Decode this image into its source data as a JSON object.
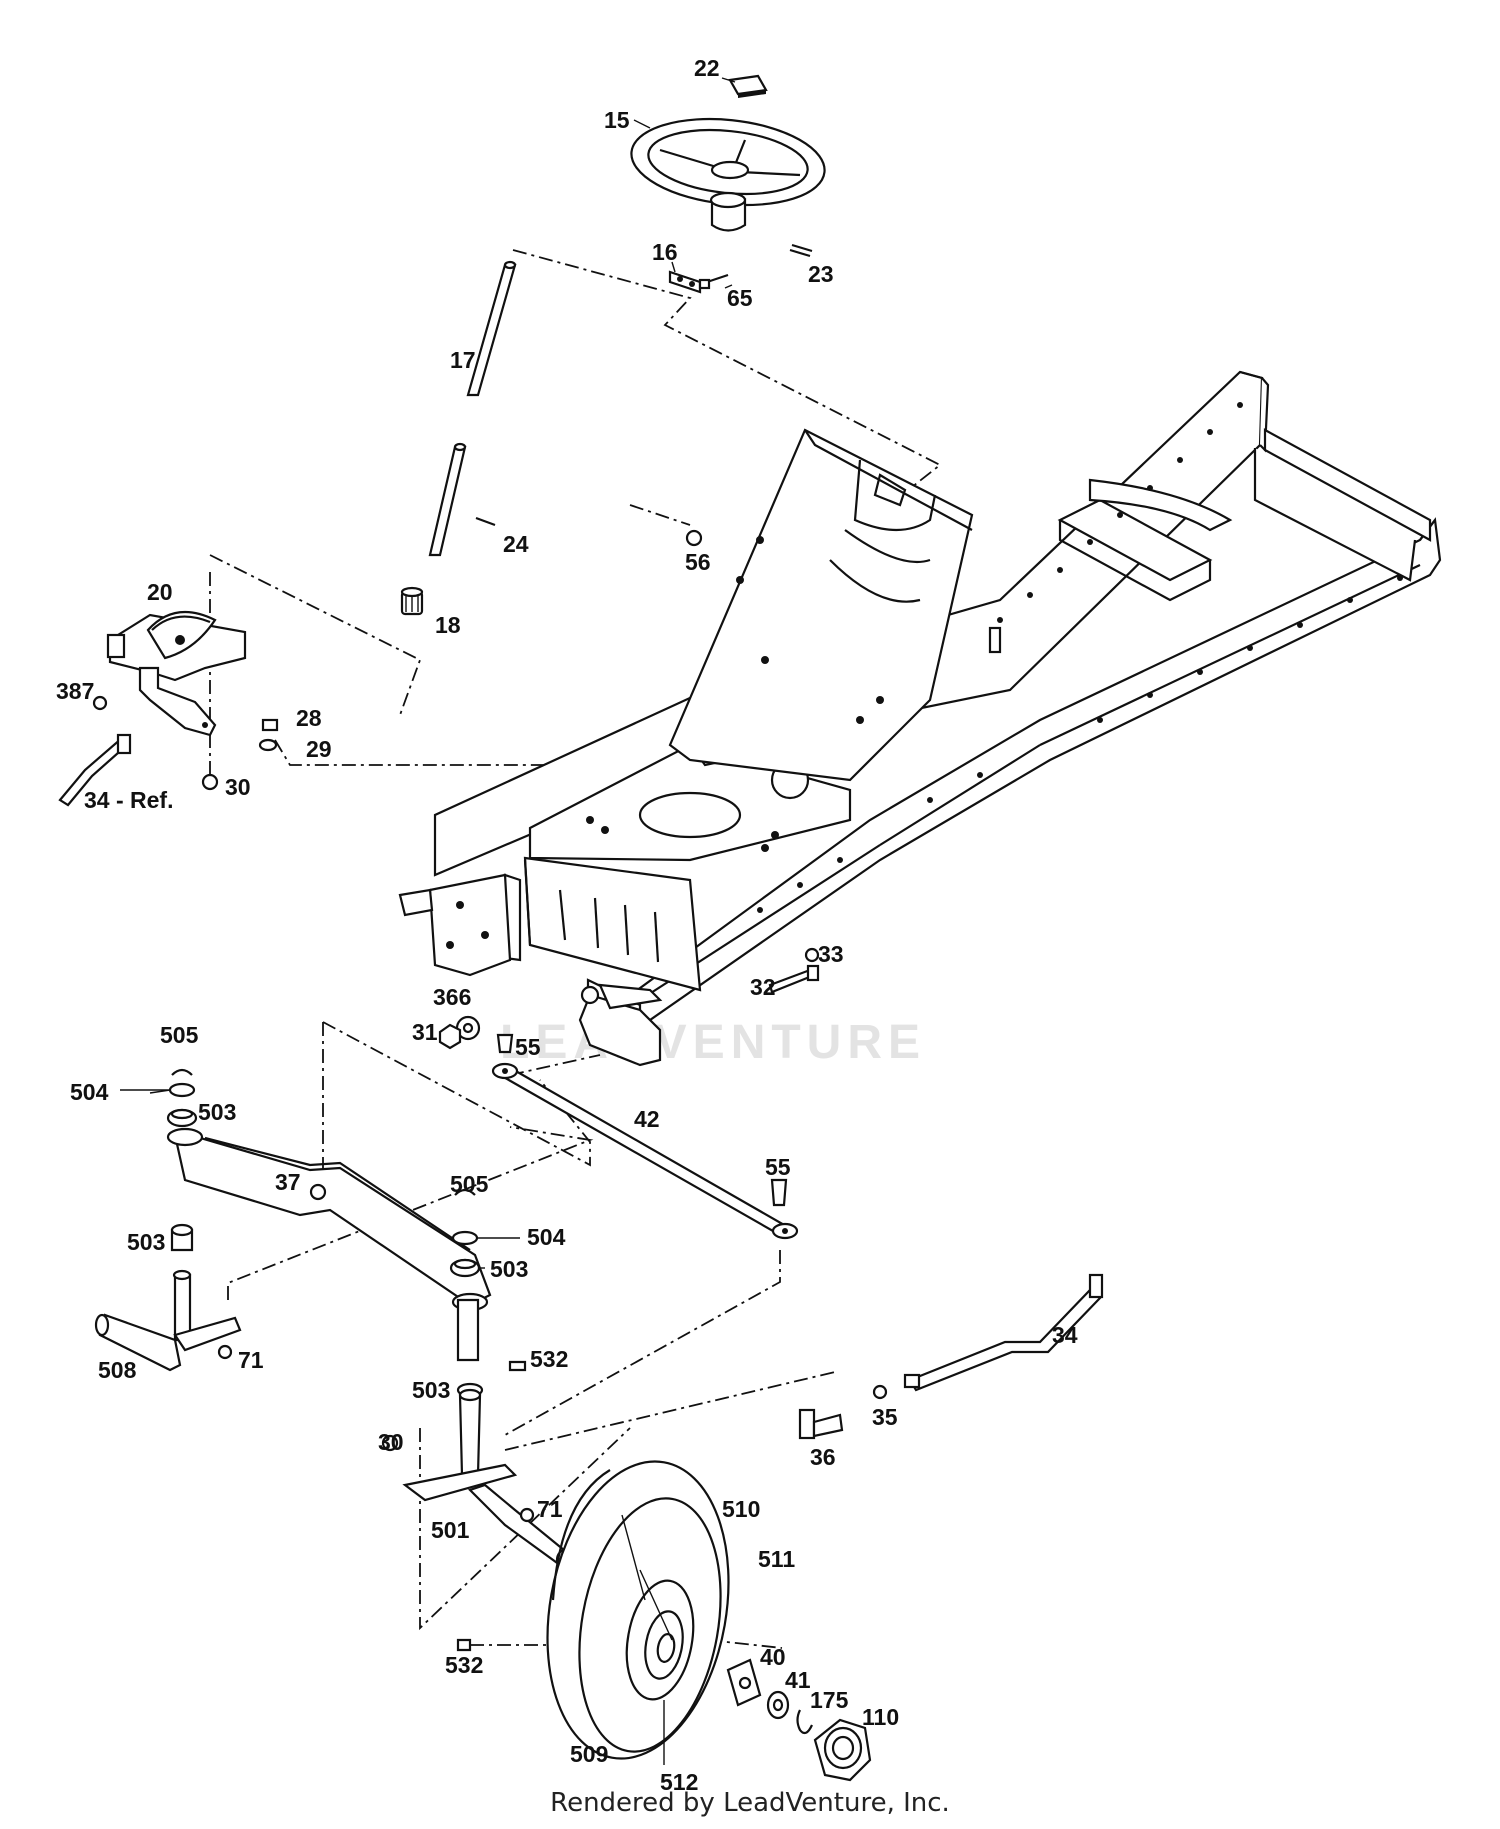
{
  "watermark": "LEADVENTURE",
  "footer": "Rendered by LeadVenture, Inc.",
  "labels": {
    "p22": "22",
    "p15": "15",
    "p16": "16",
    "p65": "65",
    "p23": "23",
    "p17": "17",
    "p24": "24",
    "p56": "56",
    "p18": "18",
    "p20": "20",
    "p387": "387",
    "p28": "28",
    "p29": "29",
    "p34ref": "34 - Ref.",
    "p30a": "30",
    "p33": "33",
    "p32": "32",
    "p366": "366",
    "p31": "31",
    "p55a": "55",
    "p505a": "505",
    "p504a": "504",
    "p503a": "503",
    "p42": "42",
    "p55b": "55",
    "p37": "37",
    "p505b": "505",
    "p504b": "504",
    "p503b": "503",
    "p503c": "503",
    "p503d": "503",
    "p34": "34",
    "p508": "508",
    "p71a": "71",
    "p532a": "532",
    "p35": "35",
    "p36": "36",
    "p30b": "30",
    "p71b": "71",
    "p510": "510",
    "p501": "501",
    "p511": "511",
    "p532b": "532",
    "p40": "40",
    "p41": "41",
    "p175": "175",
    "p110": "110",
    "p509": "509",
    "p512": "512"
  }
}
